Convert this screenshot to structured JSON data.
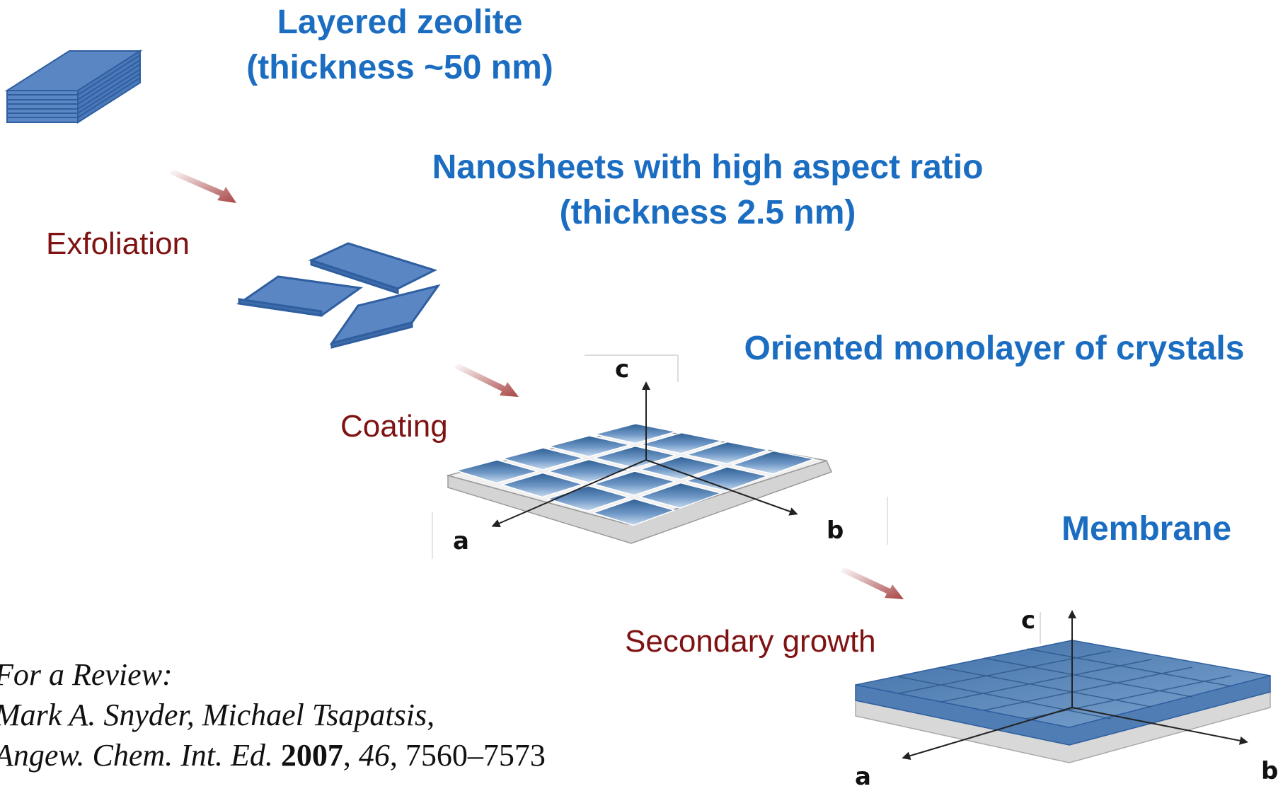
{
  "stages": {
    "layered": {
      "line1": "Layered zeolite",
      "line2": "(thickness ~50 nm)"
    },
    "nanosheets": {
      "line1": "Nanosheets with high aspect ratio",
      "line2": "(thickness 2.5 nm)"
    },
    "monolayer": {
      "label": "Oriented monolayer of crystals"
    },
    "membrane": {
      "label": "Membrane"
    }
  },
  "steps": {
    "exfoliation": "Exfoliation",
    "coating": "Coating",
    "secondary_growth": "Secondary growth"
  },
  "axes": {
    "monolayer": {
      "c": "c",
      "a": "a",
      "b": "b"
    },
    "membrane": {
      "c": "c",
      "a": "a",
      "b": "b"
    }
  },
  "reference": {
    "heading": "For a Review:",
    "authors": "Mark A. Snyder, Michael Tsapatsis",
    "sep1": ",",
    "journal": "Angew. Chem. Int. Ed.",
    "space": " ",
    "year": "2007",
    "sep2": ", ",
    "volume": "46",
    "pages": ", 7560–7573"
  },
  "colors": {
    "heading_blue": "#1b6dc1",
    "step_red": "#7f1212",
    "sheet_fill": "#5b86c4",
    "sheet_stroke": "#2f5fa0",
    "arrow": "#b25a5a"
  }
}
